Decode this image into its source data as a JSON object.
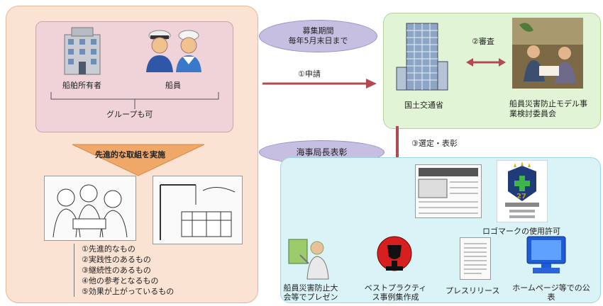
{
  "left": {
    "owner_label": "船舶所有者",
    "crew_label": "船員",
    "group_label": "グループも可",
    "initiative_label": "先進的な取組を実施",
    "criteria": [
      "①先進的なもの",
      "②実践性のあるもの",
      "③継続性のあるもの",
      "④他の参考となるもの",
      "⑤効果が上がっているもの"
    ]
  },
  "middle": {
    "period_line1": "募集期間",
    "period_line2": "毎年5月末日まで",
    "apply_label": "①申請",
    "award_label": "海事局長表彰"
  },
  "ministry": {
    "ministry_label": "国土交通省",
    "review_label": "②審査",
    "committee_label": "船員災害防止モデル事業検討委員会"
  },
  "selection_label": "③選定・表彰",
  "benefits": {
    "logo_label": "ロゴマークの使用許可",
    "logo_number": "27",
    "presentation_label": "船員災害防止大会等でプレゼン",
    "bestpractice_label": "ベストプラクティス事例集作成",
    "press_label": "プレスリリース",
    "homepage_label": "ホームページ等での公表"
  },
  "colors": {
    "arrow": "#b34a52",
    "oval": "#c7bfe2",
    "initiative_arrow": "#f0a868"
  }
}
